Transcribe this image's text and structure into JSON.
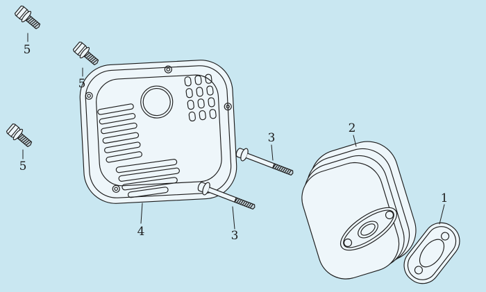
{
  "diagram": {
    "background_color": "#c9e7f1",
    "line_color": "#1b1b1b",
    "part_fill_color": "#eef6fa",
    "thread_fill_color": "#c2d2d9",
    "labels": {
      "gasket": "1",
      "muffler": "2",
      "bolt_long_upper": "3",
      "bolt_long_lower": "3",
      "cover": "4",
      "bolt_small_top": "5",
      "bolt_small_mid": "5",
      "bolt_small_bottom": "5"
    }
  }
}
